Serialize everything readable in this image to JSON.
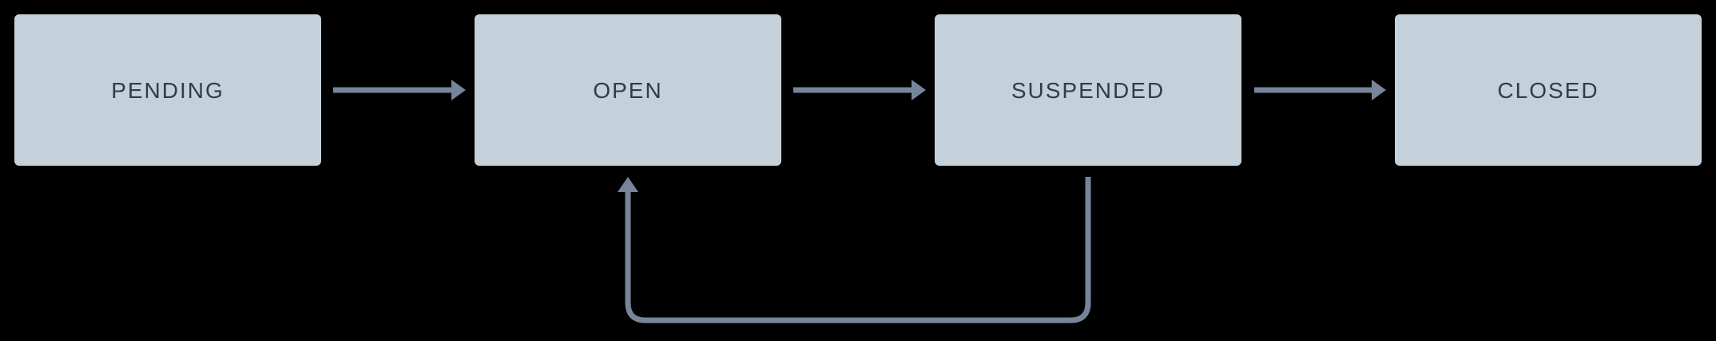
{
  "diagram": {
    "type": "state-flow",
    "nodes": [
      {
        "id": "pending",
        "label": "PENDING"
      },
      {
        "id": "open",
        "label": "OPEN"
      },
      {
        "id": "suspended",
        "label": "SUSPENDED"
      },
      {
        "id": "closed",
        "label": "CLOSED"
      }
    ],
    "edges": [
      {
        "from": "pending",
        "to": "open",
        "kind": "straight-right"
      },
      {
        "from": "open",
        "to": "suspended",
        "kind": "straight-right"
      },
      {
        "from": "suspended",
        "to": "closed",
        "kind": "straight-right"
      },
      {
        "from": "suspended",
        "to": "open",
        "kind": "loop-back-bottom"
      }
    ],
    "colors": {
      "background": "#000000",
      "node_fill": "#C4D1DB",
      "node_text": "#2E3D4B",
      "edge": "#76859A"
    }
  }
}
